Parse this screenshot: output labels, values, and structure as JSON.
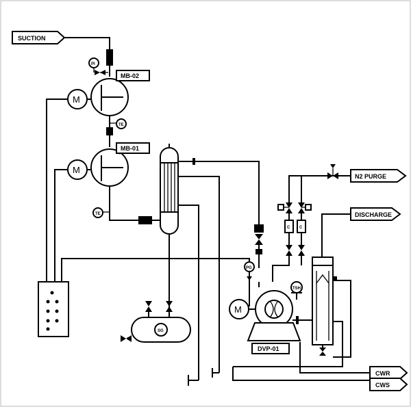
{
  "labels": {
    "suction": "SUCTION",
    "mb02": "MB-02",
    "mb01": "MB-01",
    "n2_purge": "N2 PURGE",
    "discharge": "DISCHARGE",
    "dvp01": "DVP-01",
    "cwr": "CWR",
    "cws": "CWS"
  },
  "instruments": {
    "pi": "PI",
    "te_upper": "TE",
    "te_lower": "TE",
    "pg": "PG",
    "sg": "SG",
    "tsh": "TSH",
    "c_left": "C",
    "c_right": "C"
  },
  "motors": {
    "m_mb02": "M",
    "m_mb01": "M",
    "m_dvp": "M"
  }
}
